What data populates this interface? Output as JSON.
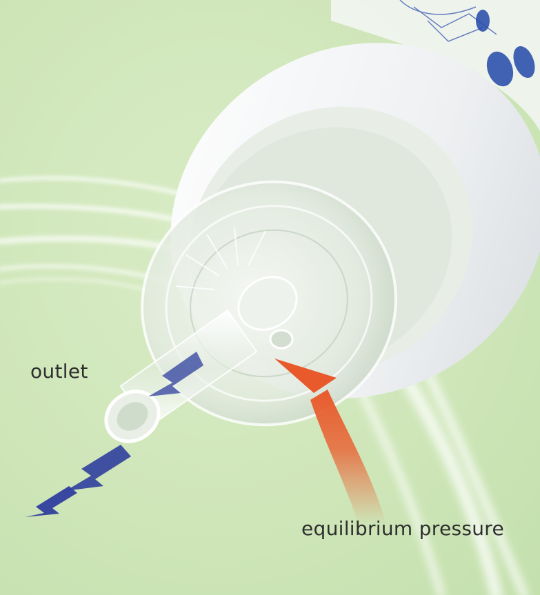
{
  "annotations": {
    "outlet": "outlet",
    "equilibrium": "equilibrium pressure"
  },
  "colors": {
    "background": "#cfe6b9",
    "outflow_arrow": "#2f3f9e",
    "intake_arrow": "#e8683a",
    "bottle_collar": "#f4f5f7"
  },
  "icons": [
    "bottle-illustration",
    "outflow-arrow-icon",
    "intake-arrow-icon",
    "airflow-streaks"
  ]
}
